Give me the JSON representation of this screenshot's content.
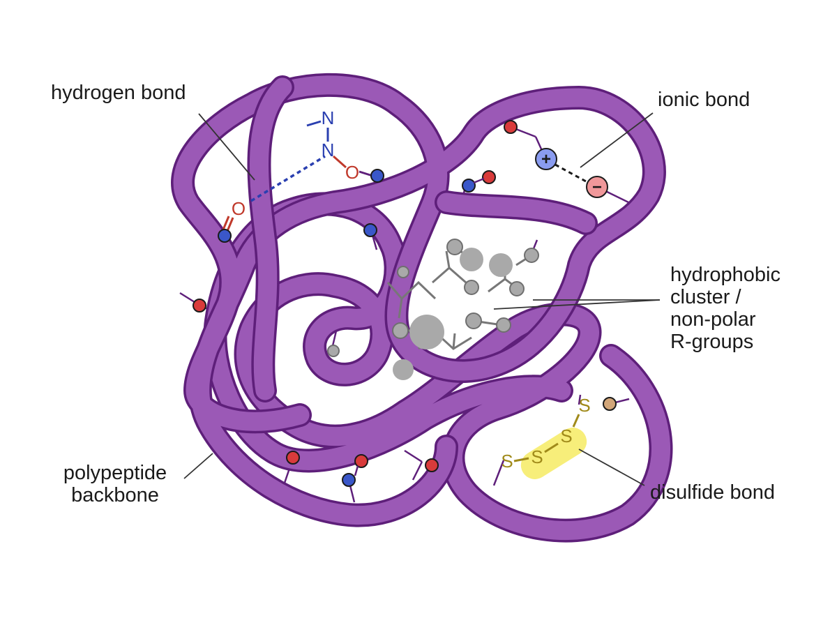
{
  "labels": {
    "hydrogen_bond": "hydrogen bond",
    "ionic_bond": "ionic bond",
    "hydrophobic_line1": "hydrophobic",
    "hydrophobic_line2": "cluster /",
    "hydrophobic_line3": "non-polar",
    "hydrophobic_line4": "R-groups",
    "backbone_line1": "polypeptide",
    "backbone_line2": "backbone",
    "disulfide_bond": "disulfide bond"
  },
  "atoms": {
    "nitrogen": "N",
    "oxygen": "O",
    "sulfur": "S",
    "positive": "+",
    "negative": "−"
  },
  "colors": {
    "backbone_fill": "#9b59b6",
    "backbone_outline": "#5e1f7a",
    "polar_red": "#d93b3b",
    "polar_blue": "#3a57c9",
    "hbond_blue": "#2a3fb0",
    "oxygen_red": "#c0392b",
    "hydrophobic_gray": "#9e9e9e",
    "sulfur_gold": "#a08a1a",
    "disulfide_highlight": "#f7ee7a",
    "cation": "#8a9cf0",
    "anion": "#f0989a",
    "tan_atom": "#d2a679"
  }
}
